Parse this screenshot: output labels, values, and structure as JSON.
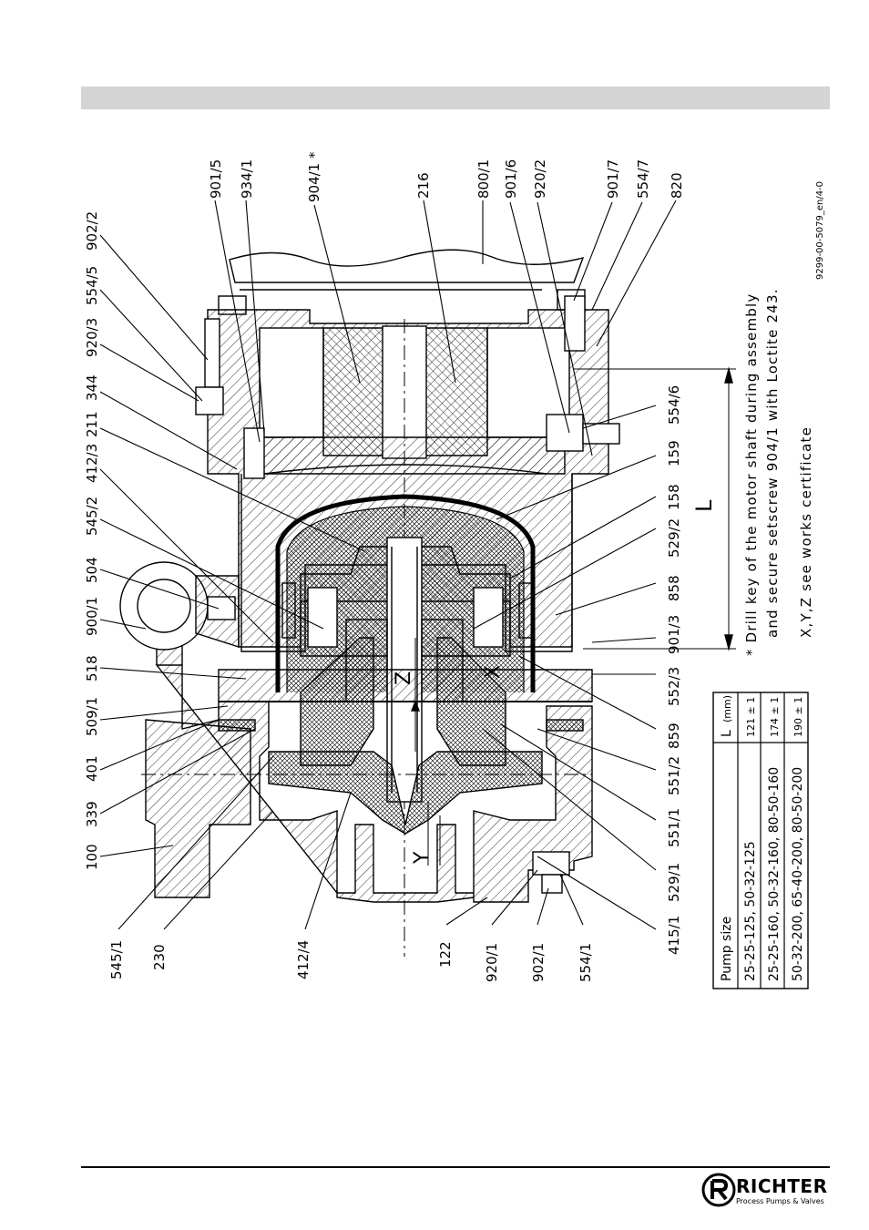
{
  "part_labels_left": [
    "902/2",
    "554/5",
    "920/3",
    "344",
    "211",
    "412/3",
    "545/2",
    "504",
    "900/1",
    "518",
    "509/1",
    "401",
    "339",
    "100"
  ],
  "part_labels_top": [
    "901/5",
    "934/1",
    "904/1 *",
    "216",
    "800/1",
    "901/6",
    "920/2",
    "901/7",
    "554/7",
    "820"
  ],
  "part_labels_right": [
    "554/6",
    "159",
    "158",
    "529/2",
    "858",
    "901/3",
    "552/3",
    "859",
    "551/2",
    "551/1",
    "529/1",
    "415/1"
  ],
  "part_labels_bottom": [
    "545/1",
    "230",
    "412/4",
    "122",
    "920/1",
    "902/1",
    "554/1"
  ],
  "axis_letters": {
    "z": "Z",
    "x": "X",
    "y": "Y",
    "l": "L"
  },
  "note_lines": [
    "*  Drill key of the motor shaft during assembly",
    "and secure setscrew 904/1 with Loctite 243.",
    "X,Y,Z see works certificate"
  ],
  "doc_id": "9299-00-5079_en/4-0",
  "table": {
    "header": {
      "pump_size": "Pump size",
      "l": "L",
      "unit": "(mm)"
    },
    "rows": [
      {
        "pump_size": "25-25-125, 50-32-125",
        "l": "121 ± 1"
      },
      {
        "pump_size": "25-25-160, 50-32-160, 80-50-160",
        "l": "174 ± 1"
      },
      {
        "pump_size": "50-32-200, 65-40-200, 80-50-200",
        "l": "190 ± 1"
      }
    ]
  },
  "logo": {
    "name": "RICHTER",
    "tagline": "Process Pumps & Valves"
  }
}
